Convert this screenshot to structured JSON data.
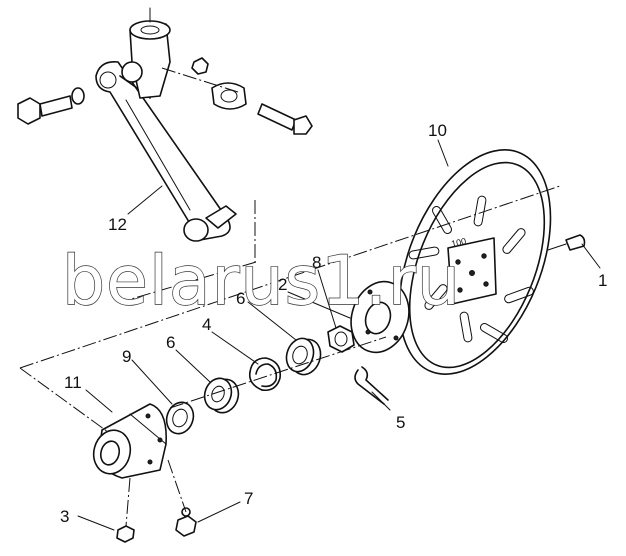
{
  "diagram": {
    "parts": [
      {
        "id": "callout-1",
        "label": "1",
        "name": "bolt"
      },
      {
        "id": "callout-2",
        "label": "2",
        "name": "flange-plate"
      },
      {
        "id": "callout-3",
        "label": "3",
        "name": "grease-nipple"
      },
      {
        "id": "callout-4",
        "label": "4",
        "name": "retaining-ring"
      },
      {
        "id": "callout-5",
        "label": "5",
        "name": "cotter-pin"
      },
      {
        "id": "callout-6a",
        "label": "6",
        "name": "bearing-outer"
      },
      {
        "id": "callout-6b",
        "label": "6",
        "name": "bearing-inner"
      },
      {
        "id": "callout-7",
        "label": "7",
        "name": "grease-fitting"
      },
      {
        "id": "callout-8",
        "label": "8",
        "name": "castle-nut"
      },
      {
        "id": "callout-9",
        "label": "9",
        "name": "seal"
      },
      {
        "id": "callout-10",
        "label": "10",
        "name": "disc"
      },
      {
        "id": "callout-11",
        "label": "11",
        "name": "hub"
      },
      {
        "id": "callout-12",
        "label": "12",
        "name": "arm"
      }
    ],
    "stamp_text": "100"
  },
  "watermark": {
    "text": "belarus1.ru"
  }
}
